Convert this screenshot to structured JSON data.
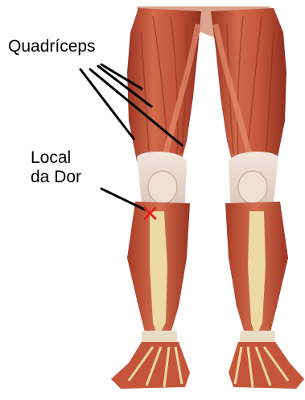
{
  "labels": {
    "quadriceps": "Quadríceps",
    "pain_line1": "Local",
    "pain_line2": "da Dor"
  },
  "colors": {
    "muscle": "#c4553a",
    "muscle_dark": "#9b3423",
    "muscle_light": "#e08868",
    "tendon": "#e8dcc4",
    "bone": "#ecd9a6",
    "leader_line": "#000000",
    "pain_marker": "#e02020"
  },
  "icons": {
    "pain_marker": "x-mark-icon"
  }
}
